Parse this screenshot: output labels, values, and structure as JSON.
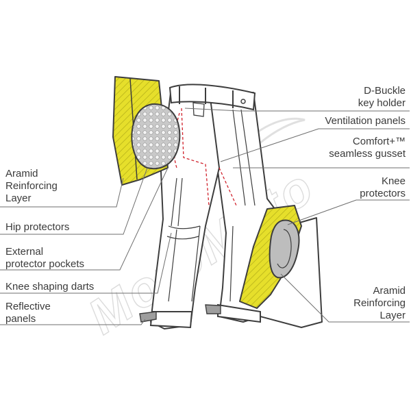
{
  "watermark": "MotoMoto",
  "colors": {
    "aramid": "#e6df2b",
    "outline": "#3d3d3d",
    "leader": "#6e6e6e",
    "dashed": "#d0212b"
  },
  "labels": {
    "d_buckle": "D-Buckle\nkey holder",
    "ventilation": "Ventilation panels",
    "gusset": "Comfort+™\nseamless gusset",
    "knee_protectors": "Knee\nprotectors",
    "aramid_right": "Aramid\nReinforcing\nLayer",
    "aramid_left": "Aramid\nReinforcing\nLayer",
    "hip": "Hip protectors",
    "external_pockets": "External\nprotector pockets",
    "knee_darts": "Knee shaping darts",
    "reflective": "Reflective\npanels"
  }
}
